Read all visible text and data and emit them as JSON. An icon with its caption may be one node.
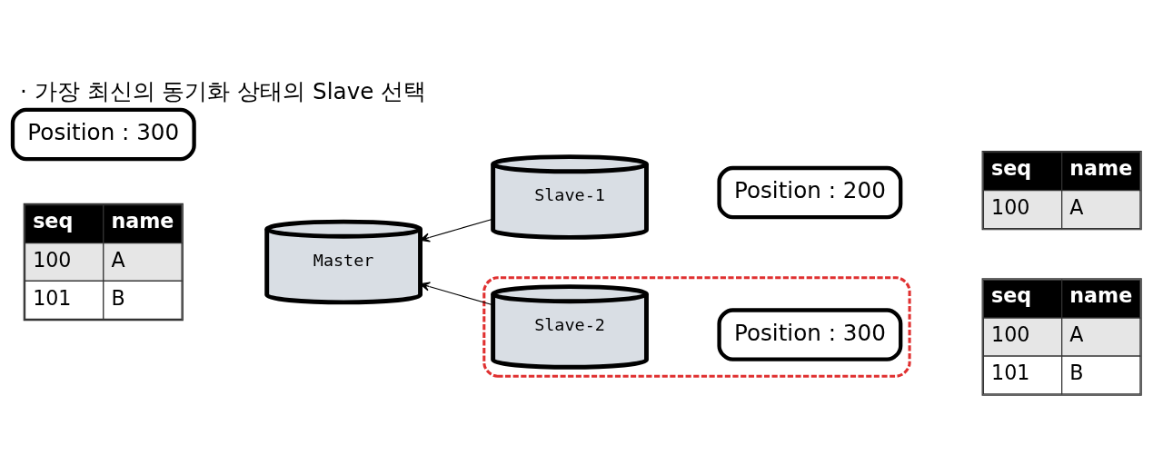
{
  "diagram": {
    "title": "· 가장 최신의 동기화 상태의 Slave 선택",
    "nodes": [
      {
        "text": [
          "Position : 300"
        ]
      },
      {
        "text": [
          "seq",
          "name",
          "100",
          "A",
          "101",
          "B"
        ]
      },
      {
        "text": [
          "Master"
        ]
      },
      {
        "text": [
          "Slave-1"
        ]
      },
      {
        "text": [
          "Position : 200"
        ]
      },
      {
        "text": [
          "seq",
          "name",
          "100",
          "A"
        ]
      },
      {
        "text": [],
        "shape": "box"
      },
      {
        "text": [
          "Slave-2"
        ],
        "in": 6
      },
      {
        "text": [
          "Position : 300"
        ],
        "in": 6
      },
      {
        "text": [
          "seq",
          "name",
          "100",
          "A",
          "101",
          "B"
        ]
      }
    ],
    "edges": [
      {
        "from": 3,
        "to": 2,
        "arrow": "to"
      },
      {
        "from": 7,
        "to": 2,
        "arrow": "to"
      }
    ]
  }
}
